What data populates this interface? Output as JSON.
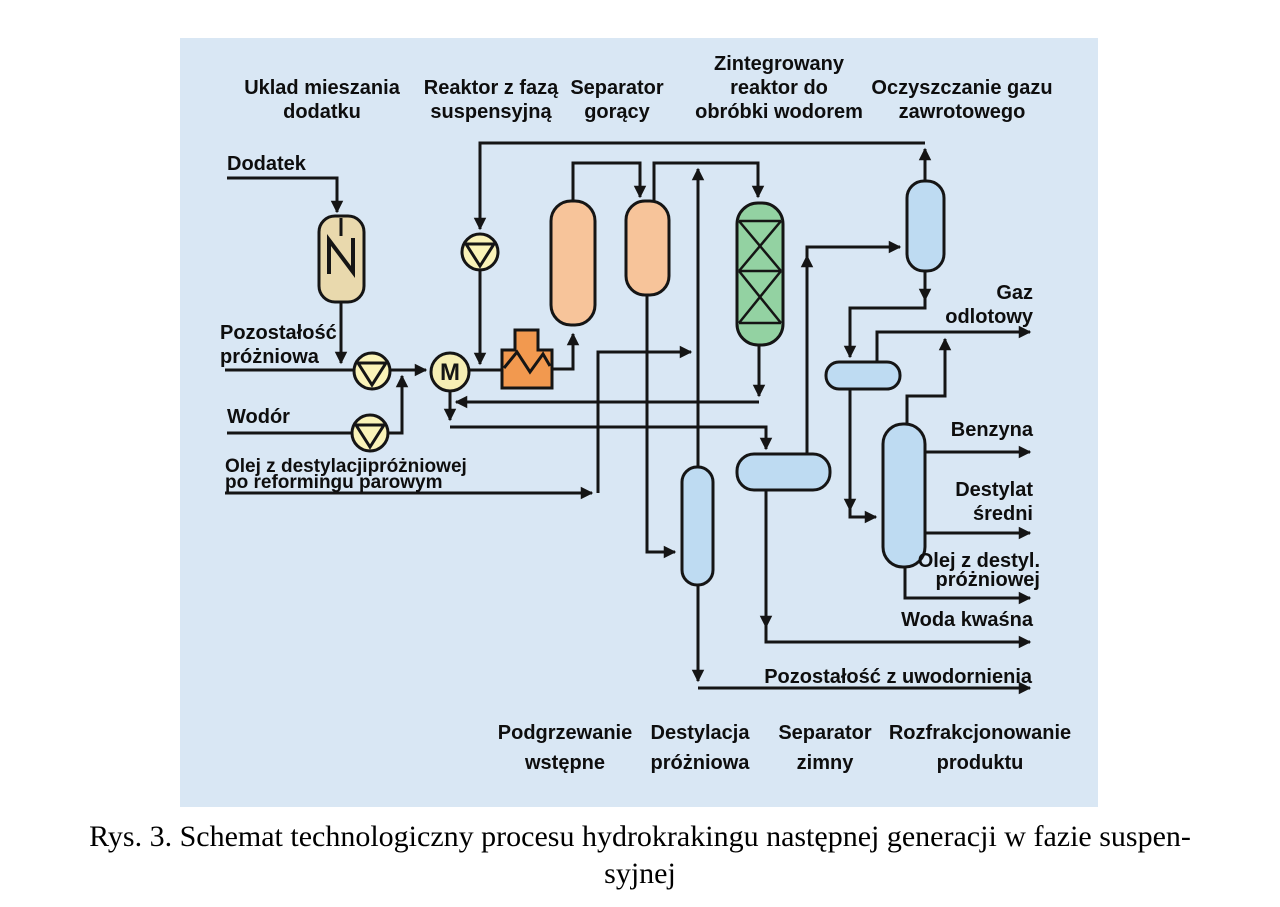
{
  "figure": {
    "caption": "Rys. 3. Schemat technologiczny procesu hydrokrakingu następnej generacji w fazie suspen-\nsyjnej"
  },
  "diagram": {
    "mixer_symbol": "M",
    "labels": {
      "uklad_mieszania": "Uklad mieszania\ndodatku",
      "reaktor_faza": "Reaktor z fazą\nsuspensyjną",
      "separator_goracy": "Separator\ngorący",
      "zintegrowany": "Zintegrowany\nreaktor do\nobróbki wodorem",
      "oczyszczanie": "Oczyszczanie gazu\nzawrotowego",
      "dodatek": "Dodatek",
      "pozostalosc_prozniowa": "Pozostałość\npróżniowa",
      "wodor": "Wodór",
      "olej_z_destylacji": "Olej z destylacjipróżniowej\npo reformingu parowym",
      "gaz_odlotowy": "Gaz\nodlotowy",
      "benzyna": "Benzyna",
      "destylat_sredni": "Destylat\nśredni",
      "olej_z_destyl": "Olej z destyl.\npróżniowej",
      "woda_kwasna": "Woda kwaśna",
      "pozostalosc_z_uwodornienia": "Pozostałość z uwodornienia",
      "podgrzewanie": "Podgrzewanie\nwstępne",
      "destylacja_prozniowa": "Destylacja\npróżniowa",
      "separator_zimny": "Separator\nzimny",
      "rozfrakcjonowanie": "Rozfrakcjonowanie\nproduktu"
    },
    "colors": {
      "panel_background": "#d9e7f4",
      "line": "#151515",
      "vessel_orange": "#f7c49a",
      "furnace_orange": "#f2994f",
      "reactor_green": "#93d2a2",
      "vessel_blue": "#bedbf2",
      "pump_yellow": "#faf3b8",
      "additive_vessel_tan": "#e9d9ad"
    }
  }
}
